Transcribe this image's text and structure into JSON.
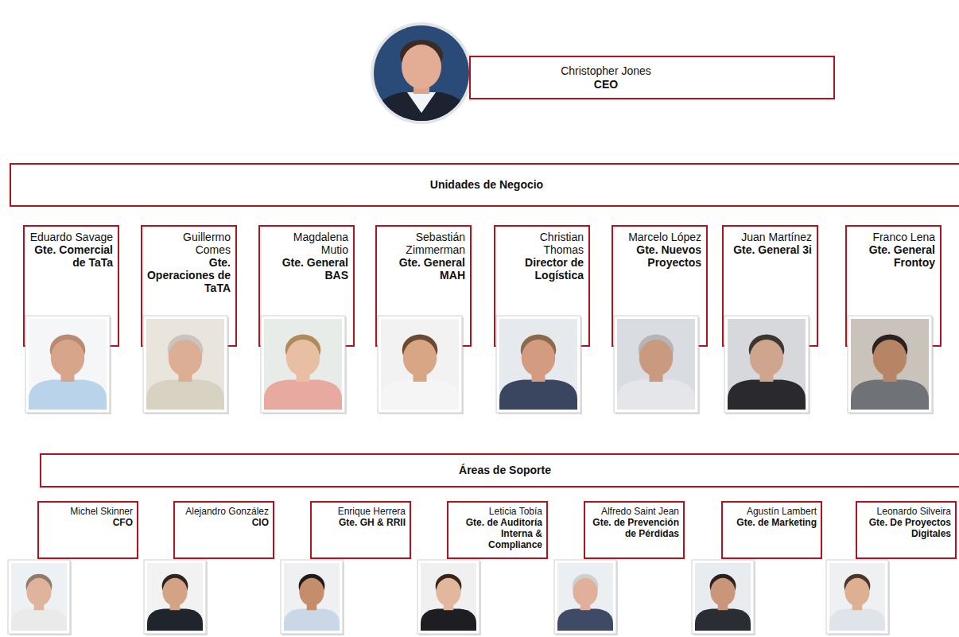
{
  "diagram": {
    "nodes": [
      {
        "text": [
          "Christopher Jones",
          "CEO"
        ]
      },
      {
        "text": [
          "Unidades de Negocio"
        ]
      },
      {
        "text": [
          "Eduardo Savage",
          "Gte. Comercial de TaTa"
        ]
      },
      {
        "text": [
          "Guillermo Comes",
          "Gte. Operaciones de TaTA"
        ]
      },
      {
        "text": [
          "Magdalena Mutio",
          "Gte. General BAS"
        ]
      },
      {
        "text": [
          "Sebastián Zimmerman",
          "Gte. General MAH"
        ]
      },
      {
        "text": [
          "Christian Thomas",
          "Director de Logística"
        ]
      },
      {
        "text": [
          "Marcelo López",
          "Gte. Nuevos Proyectos"
        ]
      },
      {
        "text": [
          "Juan Martínez",
          "Gte. General 3i"
        ]
      },
      {
        "text": [
          "Franco Lena",
          "Gte. General Frontoy"
        ]
      },
      {
        "text": [
          "Áreas de Soporte"
        ]
      },
      {
        "text": [
          "Michel Skinner",
          "CFO"
        ]
      },
      {
        "text": [
          "Alejandro González",
          "CIO"
        ]
      },
      {
        "text": [
          "Enrique Herrera",
          "Gte. GH & RRII"
        ]
      },
      {
        "text": [
          "Leticia Tobía",
          "Gte. de Auditoría Interna & Compliance"
        ]
      },
      {
        "text": [
          "Alfredo Saint Jean",
          "Gte. de Prevención de Pérdidas"
        ]
      },
      {
        "text": [
          "Agustín Lambert",
          "Gte. de Marketing"
        ]
      },
      {
        "text": [
          "Leonardo Silveira",
          "Gte. De Proyectos Digitales"
        ]
      }
    ]
  }
}
